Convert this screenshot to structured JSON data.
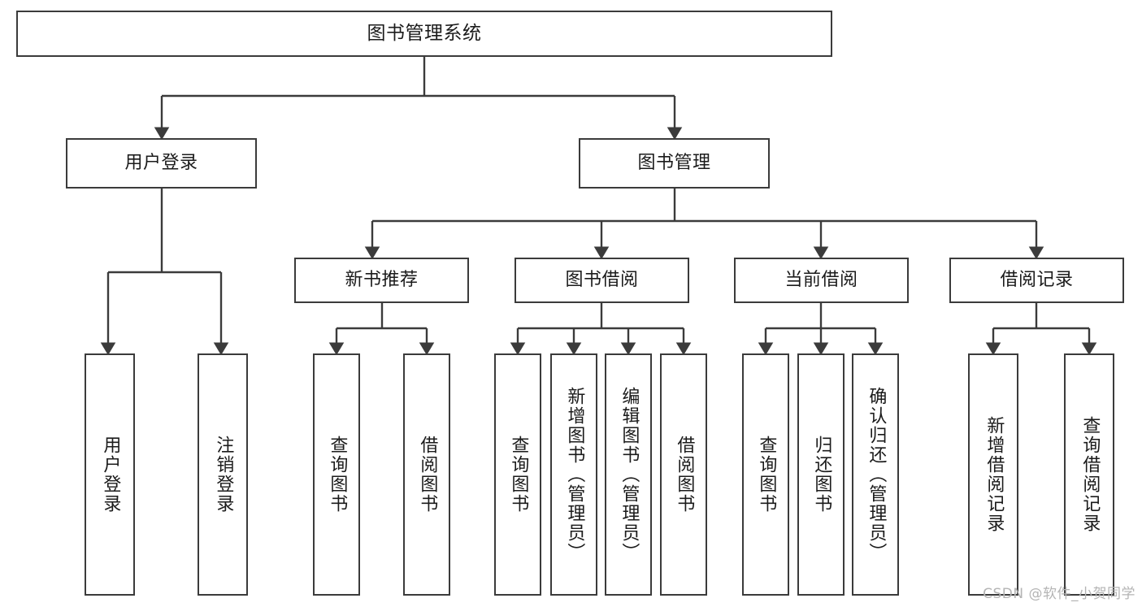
{
  "page": {
    "title": "图书管理系统",
    "watermark": "CSDN @软件_小贺同学",
    "background_color": "#ffffff",
    "line_color": "#3b3b3b",
    "text_color": "#1b1b1b",
    "watermark_color": "#b4b4b4"
  },
  "nodes": {
    "root": {
      "label": "图书管理系统"
    },
    "level2": [
      {
        "id": "user-login",
        "label": "用户登录"
      },
      {
        "id": "book-manage",
        "label": "图书管理"
      }
    ],
    "level3": [
      {
        "id": "new-book-rec",
        "label": "新书推荐"
      },
      {
        "id": "book-borrow",
        "label": "图书借阅"
      },
      {
        "id": "current-borrow",
        "label": "当前借阅"
      },
      {
        "id": "borrow-record",
        "label": "借阅记录"
      }
    ],
    "leaves": [
      {
        "id": "leaf-user-login",
        "label": "用户登录",
        "parent": "user-login"
      },
      {
        "id": "leaf-user-logout",
        "label": "注销登录",
        "parent": "user-login"
      },
      {
        "id": "leaf-query-book-1",
        "label": "查询图书",
        "parent": "new-book-rec"
      },
      {
        "id": "leaf-borrow-book-1",
        "label": "借阅图书",
        "parent": "new-book-rec"
      },
      {
        "id": "leaf-query-book-2",
        "label": "查询图书",
        "parent": "book-borrow"
      },
      {
        "id": "leaf-add-book",
        "label": "新增图书（管理员）",
        "parent": "book-borrow"
      },
      {
        "id": "leaf-edit-book",
        "label": "编辑图书（管理员）",
        "parent": "book-borrow"
      },
      {
        "id": "leaf-borrow-book-2",
        "label": "借阅图书",
        "parent": "book-borrow"
      },
      {
        "id": "leaf-query-book-3",
        "label": "查询图书",
        "parent": "current-borrow"
      },
      {
        "id": "leaf-return-book",
        "label": "归还图书",
        "parent": "current-borrow"
      },
      {
        "id": "leaf-confirm-return",
        "label": "确认归还（管理员）",
        "parent": "current-borrow"
      },
      {
        "id": "leaf-add-record",
        "label": "新增借阅记录",
        "parent": "borrow-record"
      },
      {
        "id": "leaf-query-record",
        "label": "查询借阅记录",
        "parent": "borrow-record"
      }
    ]
  },
  "chart_data": {
    "type": "diagram",
    "diagram_kind": "tree-hierarchy",
    "title": "图书管理系统",
    "orientation": "top-down",
    "levels": 4,
    "tree": {
      "label": "图书管理系统",
      "children": [
        {
          "label": "用户登录",
          "children": [
            {
              "label": "用户登录",
              "children": []
            },
            {
              "label": "注销登录",
              "children": []
            }
          ]
        },
        {
          "label": "图书管理",
          "children": [
            {
              "label": "新书推荐",
              "children": [
                {
                  "label": "查询图书",
                  "children": []
                },
                {
                  "label": "借阅图书",
                  "children": []
                }
              ]
            },
            {
              "label": "图书借阅",
              "children": [
                {
                  "label": "查询图书",
                  "children": []
                },
                {
                  "label": "新增图书（管理员）",
                  "children": []
                },
                {
                  "label": "编辑图书（管理员）",
                  "children": []
                },
                {
                  "label": "借阅图书",
                  "children": []
                }
              ]
            },
            {
              "label": "当前借阅",
              "children": [
                {
                  "label": "查询图书",
                  "children": []
                },
                {
                  "label": "归还图书",
                  "children": []
                },
                {
                  "label": "确认归还（管理员）",
                  "children": []
                }
              ]
            },
            {
              "label": "借阅记录",
              "children": [
                {
                  "label": "新增借阅记录",
                  "children": []
                },
                {
                  "label": "查询借阅记录",
                  "children": []
                }
              ]
            }
          ]
        }
      ]
    }
  }
}
